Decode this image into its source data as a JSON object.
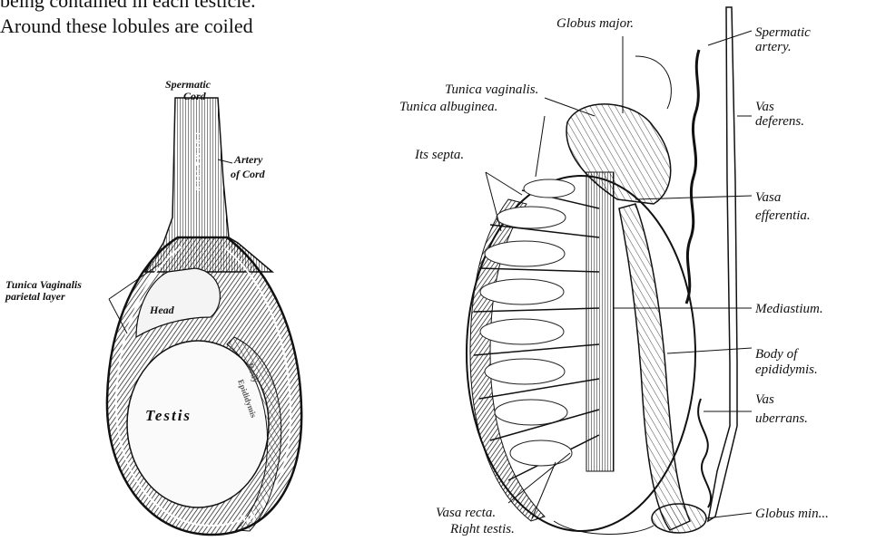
{
  "header": {
    "line_1": "being contained in each testicle.",
    "line_2": "Around these lobules are coiled"
  },
  "left_figure": {
    "labels": {
      "spermatic_cord_1": "Spermatic",
      "spermatic_cord_2": "Cord",
      "artery_of_cord_1": "Artery",
      "artery_of_cord_2": "of Cord",
      "cremaster": "CREMASTER",
      "tunica_vaginalis_1": "Tunica Vaginalis",
      "tunica_vaginalis_2": "parietal layer",
      "head": "Head",
      "testis": "Testis",
      "body": "Body",
      "epididymis": "Epididymis",
      "tail": "Tail"
    }
  },
  "right_figure": {
    "labels": {
      "globus_major": "Globus major.",
      "spermatic_artery_1": "Spermatic",
      "spermatic_artery_2": "artery.",
      "tunica_vaginalis": "Tunica vaginalis.",
      "tunica_albuginea": "Tunica albuginea.",
      "its_septa": "Its septa.",
      "vas_deferens_1": "Vas",
      "vas_deferens_2": "deferens.",
      "vasa_efferentia_1": "Vasa",
      "vasa_efferentia_2": "efferentia.",
      "mediastium": "Mediastium.",
      "body_of_epididymis_1": "Body of",
      "body_of_epididymis_2": "epididymis.",
      "vas_aberrans_1": "Vas",
      "vas_aberrans_2": "uberrans.",
      "vasa_recta": "Vasa recta.",
      "right_testis": "Right testis.",
      "globus_minor": "Globus min..."
    }
  }
}
